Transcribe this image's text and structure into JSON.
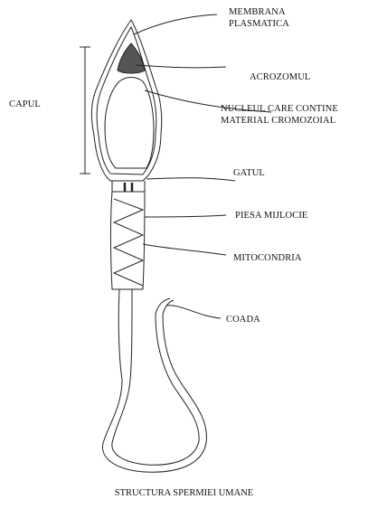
{
  "diagram": {
    "caption": "STRUCTURA SPERMIEI UMANE",
    "labels": {
      "membrana_line1": "MEMBRANA",
      "membrana_line2": "PLASMATICA",
      "acrozomul": "ACROZOMUL",
      "nucleul_line1": "NUCLEUL CARE CONTINE",
      "nucleul_line2": "MATERIAL CROMOZOIAL",
      "capul": "CAPUL",
      "gatul": "GATUL",
      "piesa_mijlocie": "PIESA MIJLOCIE",
      "mitocondria": "MITOCONDRIA",
      "coada": "COADA"
    }
  }
}
